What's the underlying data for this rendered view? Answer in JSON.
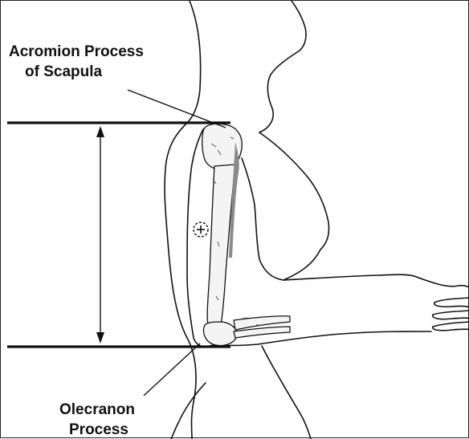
{
  "labels": {
    "acromion_line1": "Acromion Process",
    "acromion_line2": "of Scapula",
    "olecranon_line1": "Olecranon",
    "olecranon_line2": "Process"
  },
  "colors": {
    "ink": "#111111",
    "bone_fill": "#f4f4f4",
    "bone_shade": "#8a8a8a",
    "background": "#ffffff"
  },
  "icons": [
    "arrow-up-icon",
    "arrow-down-icon",
    "midpoint-marker-icon"
  ]
}
